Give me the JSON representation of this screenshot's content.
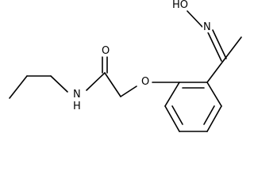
{
  "molecule": {
    "atoms": {
      "hydroxyl": "HO",
      "oxime_n": "N",
      "ether_o": "O",
      "carbonyl_o": "O",
      "amide_n": "N",
      "amide_h": "H"
    },
    "bond_color": "#000000",
    "background": "#ffffff"
  }
}
